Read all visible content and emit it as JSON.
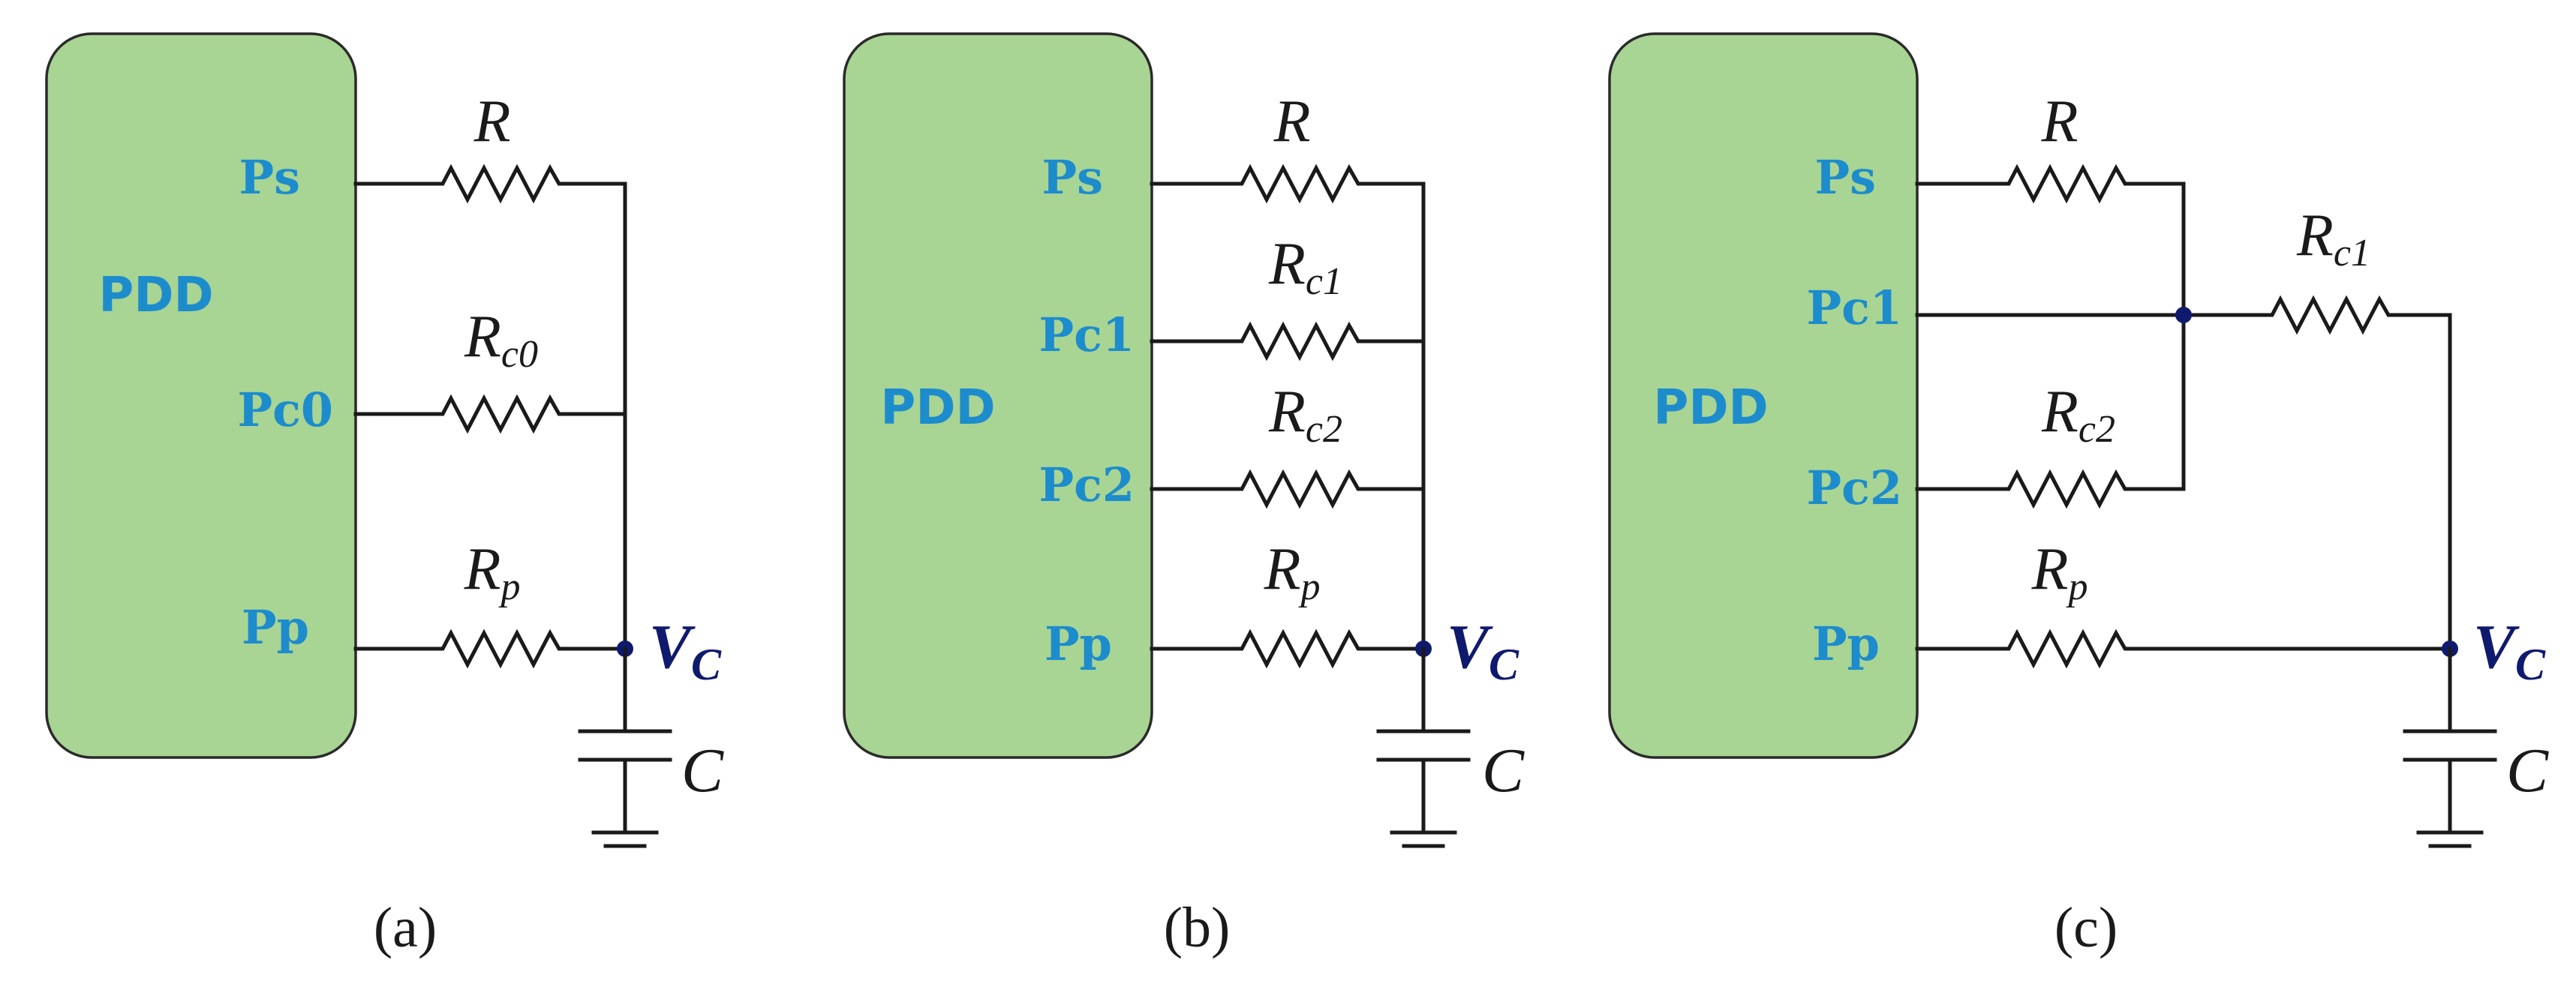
{
  "panels": [
    {
      "caption": "(a)",
      "block_label": "PDD",
      "pins": [
        "Ps",
        "Pc0",
        "Pp"
      ],
      "resistors": [
        {
          "main": "R",
          "sub": ""
        },
        {
          "main": "R",
          "sub": "c0"
        },
        {
          "main": "R",
          "sub": "p"
        }
      ],
      "node_label": {
        "main": "V",
        "sub": "C"
      },
      "capacitor_label": "C"
    },
    {
      "caption": "(b)",
      "block_label": "PDD",
      "pins": [
        "Ps",
        "Pc1",
        "Pc2",
        "Pp"
      ],
      "resistors": [
        {
          "main": "R",
          "sub": ""
        },
        {
          "main": "R",
          "sub": "c1"
        },
        {
          "main": "R",
          "sub": "c2"
        },
        {
          "main": "R",
          "sub": "p"
        }
      ],
      "node_label": {
        "main": "V",
        "sub": "C"
      },
      "capacitor_label": "C"
    },
    {
      "caption": "(c)",
      "block_label": "PDD",
      "pins": [
        "Ps",
        "Pc1",
        "Pc2",
        "Pp"
      ],
      "resistors": [
        {
          "main": "R",
          "sub": ""
        },
        {
          "main": "R",
          "sub": "c1"
        },
        {
          "main": "R",
          "sub": "c2"
        },
        {
          "main": "R",
          "sub": "p"
        }
      ],
      "node_label": {
        "main": "V",
        "sub": "C"
      },
      "capacitor_label": "C"
    }
  ],
  "colors": {
    "block_fill": "#a8d494",
    "pin_text": "#1d8ccd",
    "node": "#0f1a6e",
    "wire": "#1a1a1a"
  }
}
